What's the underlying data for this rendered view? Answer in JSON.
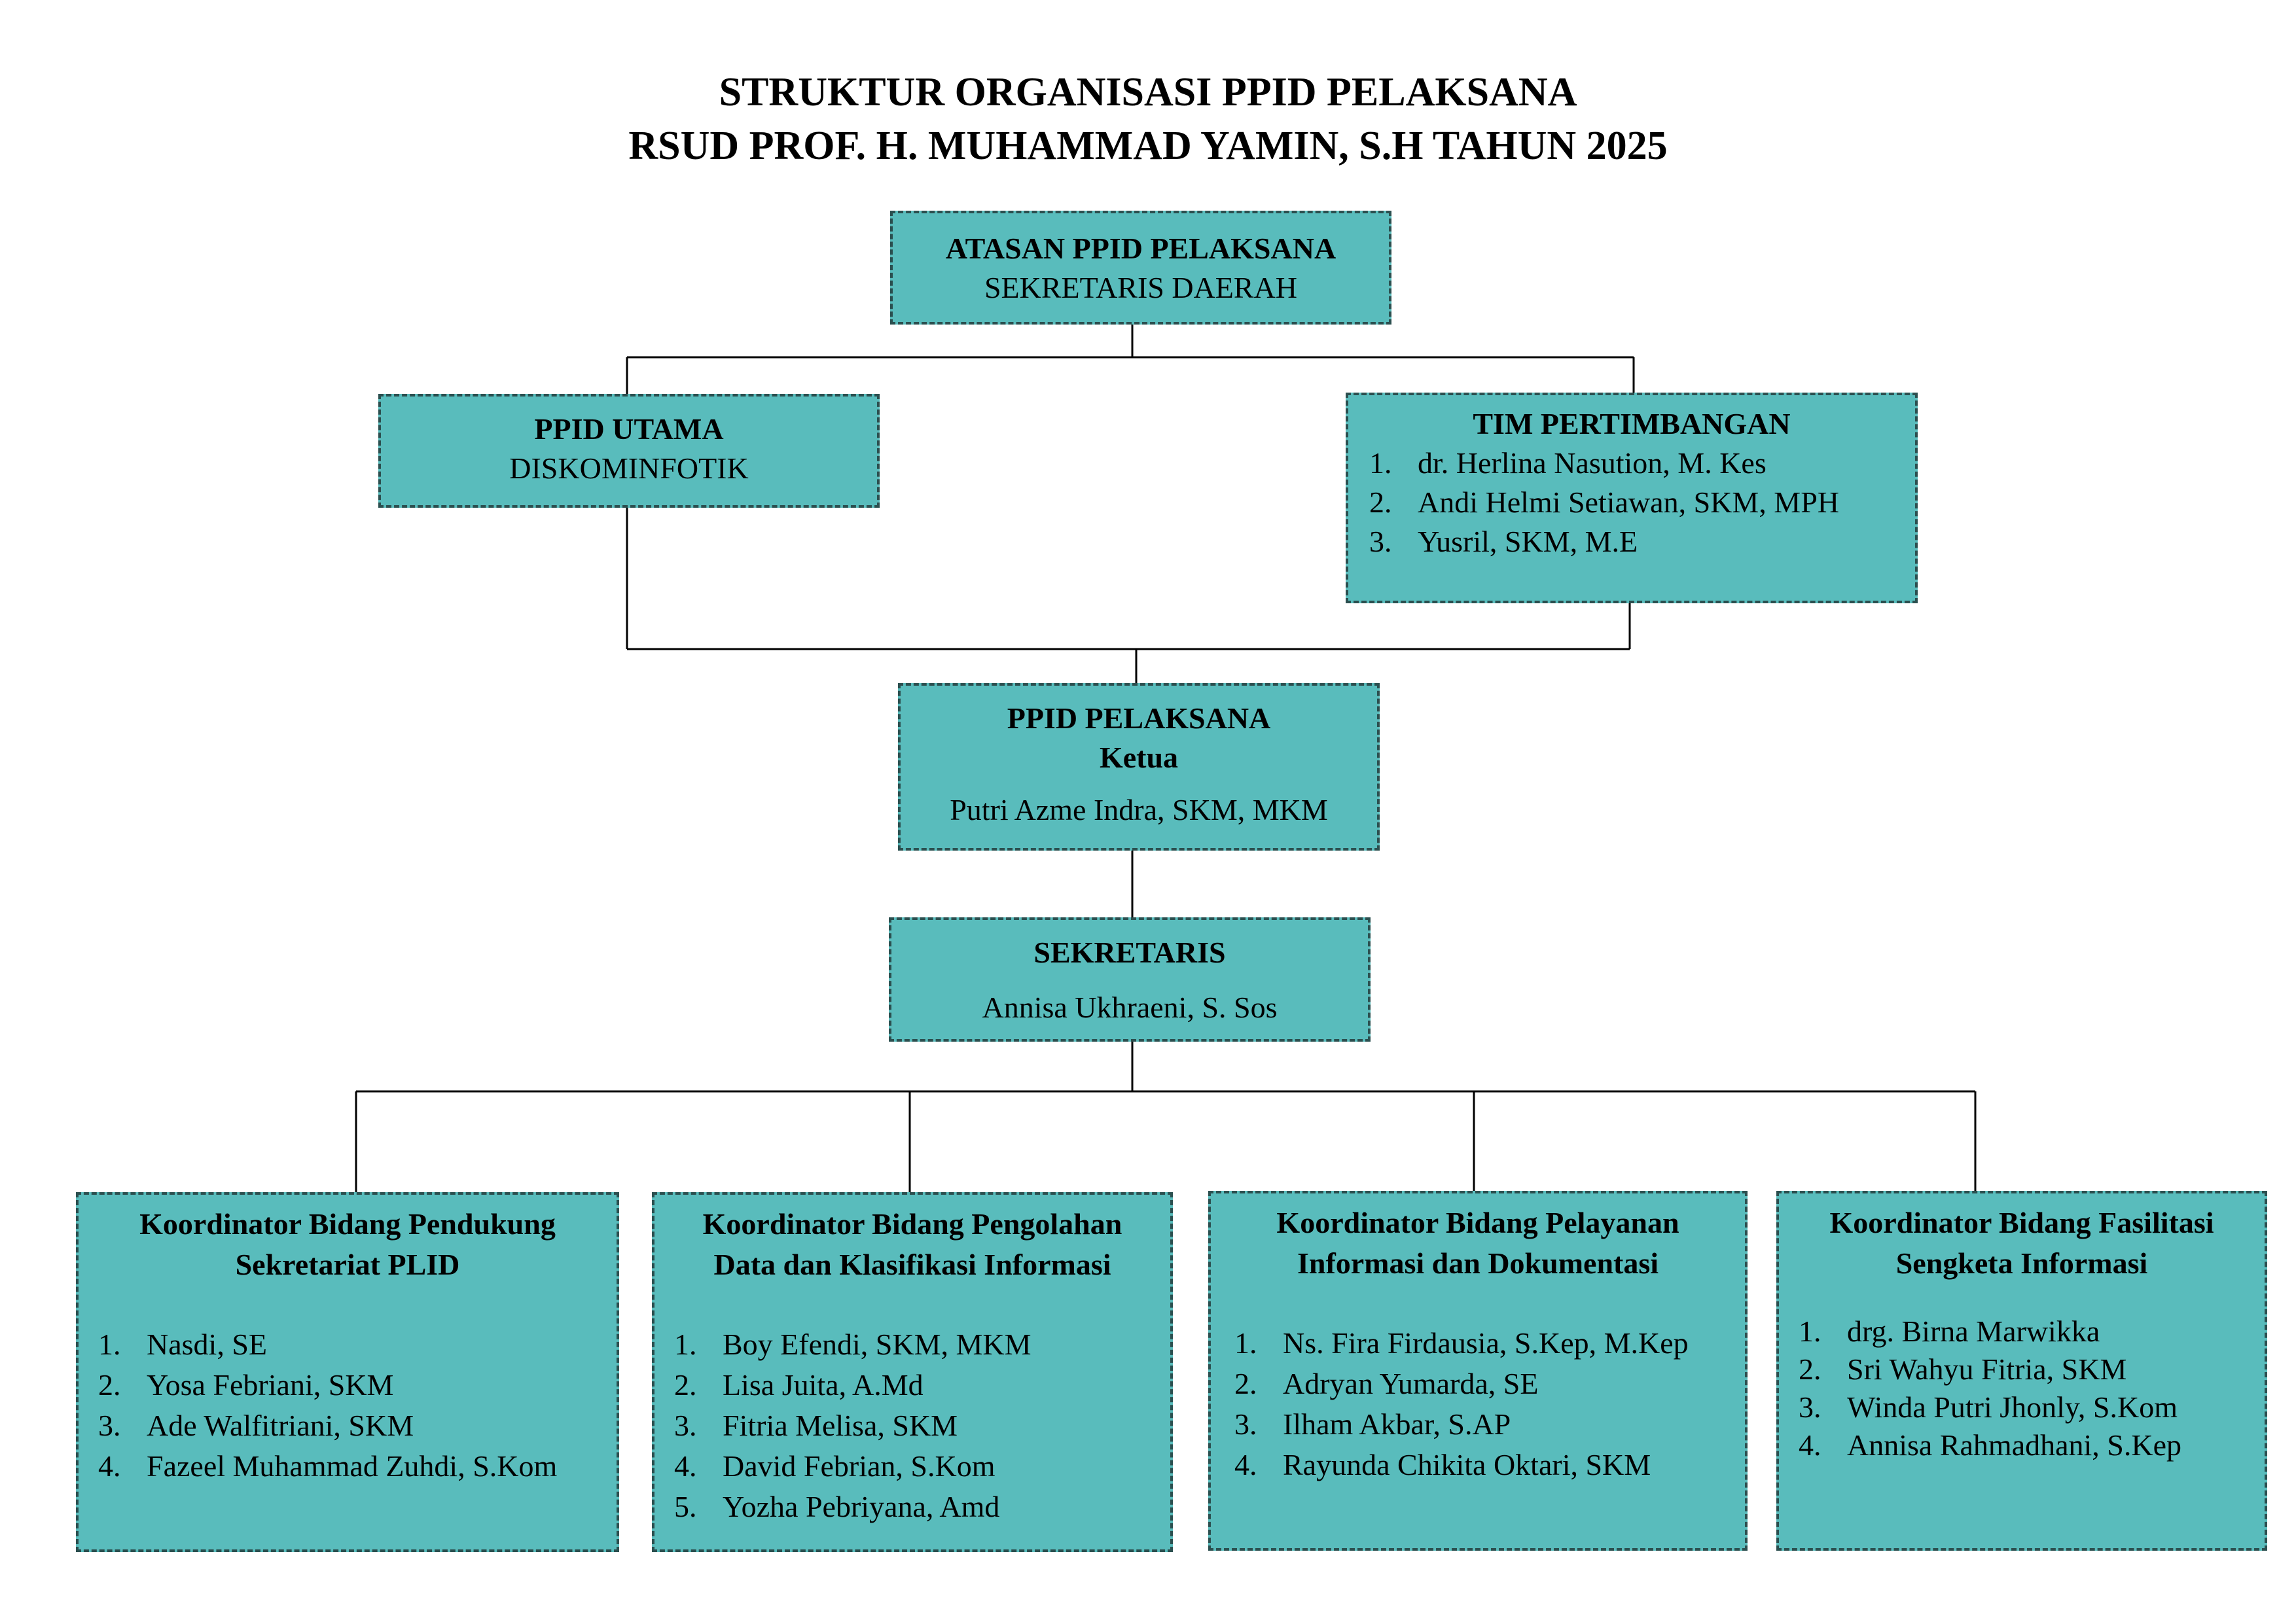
{
  "title": {
    "line1": "STRUKTUR ORGANISASI PPID PELAKSANA",
    "line2": "RSUD PROF. H. MUHAMMAD YAMIN, S.H TAHUN 2025"
  },
  "atasan": {
    "heading": "ATASAN PPID PELAKSANA",
    "name": "SEKRETARIS DAERAH"
  },
  "ppid_utama": {
    "heading": "PPID UTAMA",
    "name": "DISKOMINFOTIK"
  },
  "tim_pertimbangan": {
    "heading": "TIM PERTIMBANGAN",
    "members": [
      {
        "num": "1.",
        "name": "dr. Herlina Nasution, M. Kes"
      },
      {
        "num": "2.",
        "name": "Andi Helmi Setiawan, SKM, MPH"
      },
      {
        "num": "3.",
        "name": "Yusril, SKM, M.E"
      }
    ]
  },
  "ppid_pelaksana": {
    "heading": "PPID PELAKSANA",
    "role": "Ketua",
    "name": "Putri Azme Indra, SKM, MKM"
  },
  "sekretaris": {
    "heading": "SEKRETARIS",
    "name": "Annisa Ukhraeni, S. Sos"
  },
  "coordinators": [
    {
      "heading1": "Koordinator Bidang Pendukung",
      "heading2": "Sekretariat PLID",
      "members": [
        {
          "num": "1.",
          "name": "Nasdi, SE"
        },
        {
          "num": "2.",
          "name": "Yosa Febriani, SKM"
        },
        {
          "num": "3.",
          "name": "Ade Walfitriani, SKM"
        },
        {
          "num": "4.",
          "name": "Fazeel Muhammad Zuhdi, S.Kom"
        }
      ]
    },
    {
      "heading1": "Koordinator Bidang Pengolahan",
      "heading2": "Data dan Klasifikasi Informasi",
      "members": [
        {
          "num": "1.",
          "name": "Boy Efendi, SKM, MKM"
        },
        {
          "num": "2.",
          "name": "Lisa Juita, A.Md"
        },
        {
          "num": "3.",
          "name": "Fitria Melisa, SKM"
        },
        {
          "num": "4.",
          "name": "David Febrian, S.Kom"
        },
        {
          "num": "5.",
          "name": "Yozha Pebriyana, Amd"
        }
      ]
    },
    {
      "heading1": "Koordinator Bidang Pelayanan",
      "heading2": "Informasi dan Dokumentasi",
      "members": [
        {
          "num": "1.",
          "name": "Ns. Fira Firdausia, S.Kep, M.Kep"
        },
        {
          "num": "2.",
          "name": "Adryan Yumarda, SE"
        },
        {
          "num": "3.",
          "name": "Ilham Akbar, S.AP"
        },
        {
          "num": "4.",
          "name": "Rayunda Chikita Oktari, SKM"
        }
      ]
    },
    {
      "heading1": "Koordinator Bidang Fasilitasi",
      "heading2": "Sengketa Informasi",
      "members": [
        {
          "num": "1.",
          "name": "drg. Birna Marwikka"
        },
        {
          "num": "2.",
          "name": "Sri Wahyu Fitria, SKM"
        },
        {
          "num": "3.",
          "name": "Winda Putri Jhonly, S.Kom"
        },
        {
          "num": "4.",
          "name": "Annisa Rahmadhani, S.Kep"
        }
      ]
    }
  ]
}
